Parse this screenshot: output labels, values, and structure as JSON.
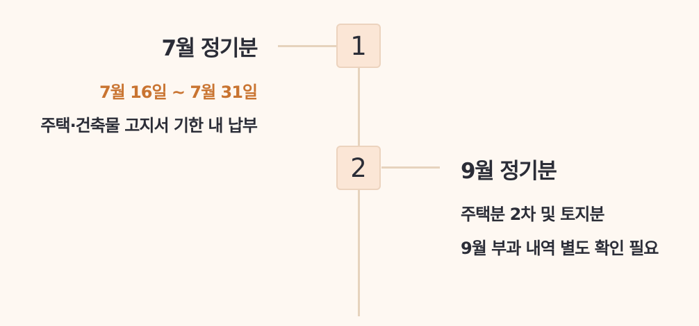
{
  "steps": [
    {
      "number": "1",
      "title": "7월 정기분",
      "date_range": "7월 16일 ~ 7월 31일",
      "lines": [
        "주택·건축물 고지서 기한 내 납부"
      ]
    },
    {
      "number": "2",
      "title": "9월 정기분",
      "lines": [
        "주택분 2차 및 토지분",
        "9월 부과 내역 별도 확인 필요"
      ]
    }
  ],
  "colors": {
    "background": "#fef8f2",
    "node_fill": "#fbe6d6",
    "node_border": "#ecd3be",
    "connector": "#e6d3bd",
    "accent": "#c97431",
    "text": "#2b2d37"
  }
}
